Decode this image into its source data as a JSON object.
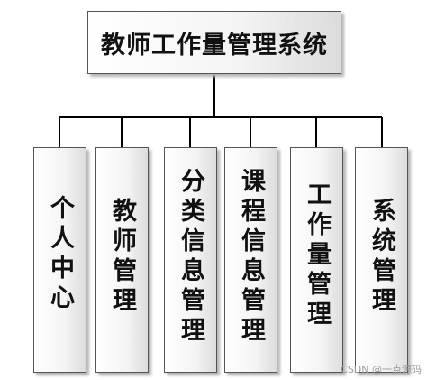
{
  "diagram": {
    "root": {
      "label": "教师工作量管理系统"
    },
    "children": [
      {
        "label": "个人中心"
      },
      {
        "label": "教师管理"
      },
      {
        "label": "分类信息管理"
      },
      {
        "label": "课程信息管理"
      },
      {
        "label": "工作量管理"
      },
      {
        "label": "系统管理"
      }
    ],
    "line_color": "#000000"
  },
  "watermark": "CSDN @一点源码"
}
